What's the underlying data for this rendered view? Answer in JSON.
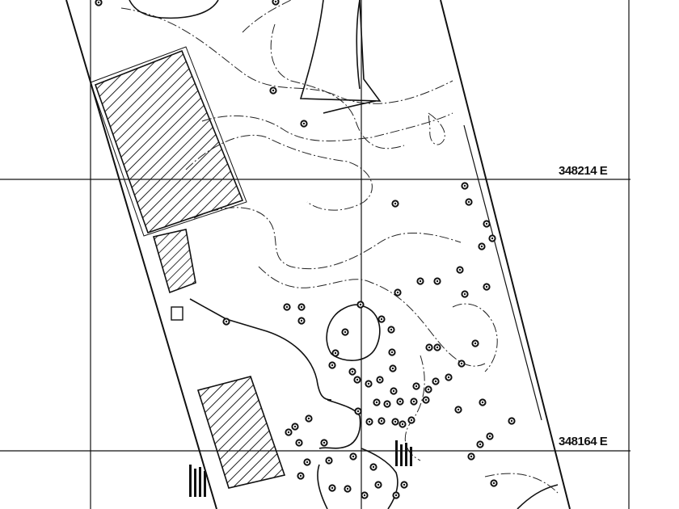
{
  "map": {
    "grid_labels": [
      {
        "id": "easting-upper",
        "text": "348214 E"
      },
      {
        "id": "easting-lower",
        "text": "348164 E"
      }
    ],
    "colors": {
      "ink": "#111111",
      "paper": "#ffffff",
      "hatch": "#222222"
    }
  }
}
